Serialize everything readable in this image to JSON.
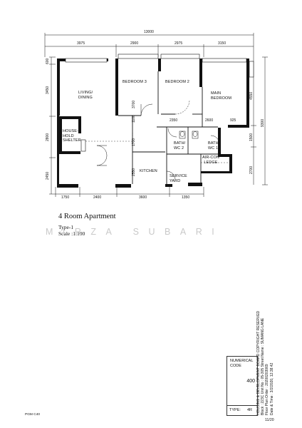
{
  "dimensions": {
    "overall_width": "13000",
    "top": [
      "3975",
      "2900",
      "2975",
      "3150"
    ],
    "bottom": [
      "1750",
      "2400",
      "3600",
      "1350"
    ],
    "left": [
      "600",
      "3450",
      "2800",
      "2450"
    ],
    "right_outer": "9300",
    "right_inner": [
      "4550",
      "1500",
      "2700"
    ],
    "interior": {
      "bedroom3_height": "3700",
      "bedroom3_door": "1100",
      "bath_width_left": "2350",
      "bath_width_right": "2600",
      "bath_right_edge": "925",
      "corridor_height": "1700",
      "kitchen_height": "2550"
    }
  },
  "rooms": {
    "living": "LIVING/\nDINING",
    "bedroom3": "BEDROOM 3",
    "bedroom2": "BEDROOM 2",
    "master": "MAIN\nBEDROOM",
    "shelter": "HOUSE-\nHOLD\nSHELTER",
    "bath2": "BATH/\nWC 2",
    "bath1": "BATH/\nWC 1",
    "aircon": "AIR-CON\nLEDGE",
    "kitchen": "KITCHEN",
    "service": "SERVICE\nYARD"
  },
  "caption": {
    "title": "4 Room Apartment",
    "type": "Type-1",
    "scale": "Scale :1:100"
  },
  "watermark": "MIRZA SUBARI",
  "stamp": {
    "numerical_code_label": "NUMERICAL\nCODE",
    "code": "400",
    "type_label": "TYPE:",
    "type_value": "4R"
  },
  "copyright_lines": [
    "HOUSING & DEVELOPMENT BOARD COPYRIGHT RESERVED",
    "Block : 223C   Unit No : 05-305   Street Name : SUMANG LANE",
    "Floor Plan Order : 20200203069",
    "Date & Time : 3/2/2020, 12:38:42"
  ],
  "footer_left": "PGM C40",
  "footer_right": "11/20"
}
